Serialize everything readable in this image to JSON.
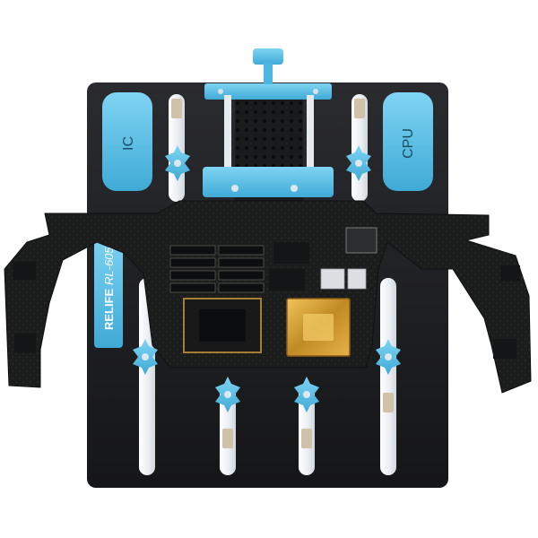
{
  "labels": {
    "left_pad": "IC",
    "right_pad": "CPU",
    "brand": "RELIFE",
    "model": "RL-605"
  },
  "colors": {
    "fixture_base": "#1e1f22",
    "accent_blue": "#5bbfe6",
    "pcb": "#1b1d1c",
    "gold": "#d8a23b",
    "rail": "#f3f5f7"
  },
  "icons": {
    "clamp_wing": "clamp-wing-icon",
    "knob": "knob-icon"
  }
}
